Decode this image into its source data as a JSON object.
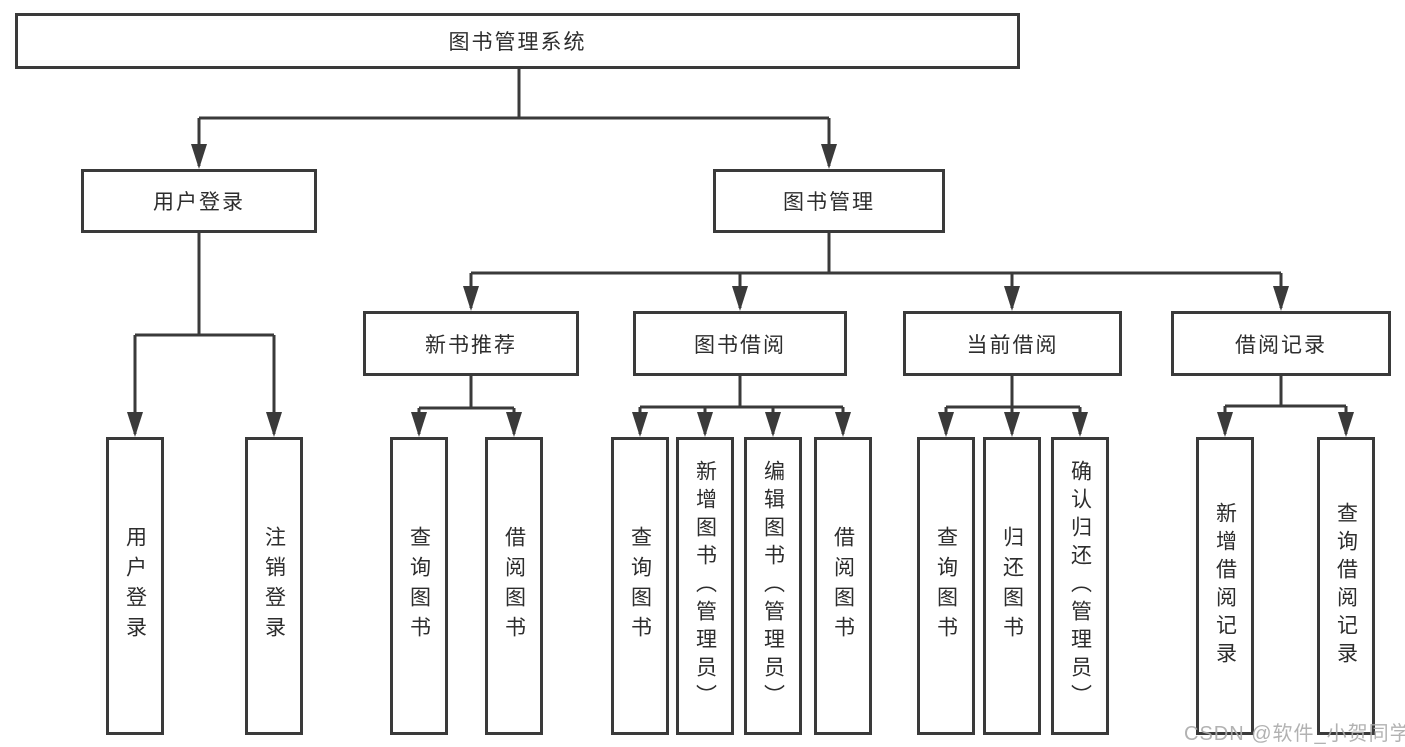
{
  "diagram": {
    "root": {
      "label": "图书管理系统"
    },
    "children": [
      {
        "label": "用户登录",
        "children": [
          {
            "label": "用户登录"
          },
          {
            "label": "注销登录"
          }
        ]
      },
      {
        "label": "图书管理",
        "children": [
          {
            "label": "新书推荐",
            "children": [
              {
                "label": "查询图书"
              },
              {
                "label": "借阅图书"
              }
            ]
          },
          {
            "label": "图书借阅",
            "children": [
              {
                "label": "查询图书"
              },
              {
                "label": "新增图书（管理员）"
              },
              {
                "label": "编辑图书（管理员）"
              },
              {
                "label": "借阅图书"
              }
            ]
          },
          {
            "label": "当前借阅",
            "children": [
              {
                "label": "查询图书"
              },
              {
                "label": "归还图书"
              },
              {
                "label": "确认归还（管理员）"
              }
            ]
          },
          {
            "label": "借阅记录",
            "children": [
              {
                "label": "新增借阅记录"
              },
              {
                "label": "查询借阅记录"
              }
            ]
          }
        ]
      }
    ]
  },
  "watermark": {
    "text": "CSDN @软件_小贺同学"
  },
  "colors": {
    "line": "#3a3a3a",
    "box_border": "#3a3a3a",
    "text": "#2d2d2d",
    "watermark": "#ababab",
    "background": "#ffffff"
  }
}
